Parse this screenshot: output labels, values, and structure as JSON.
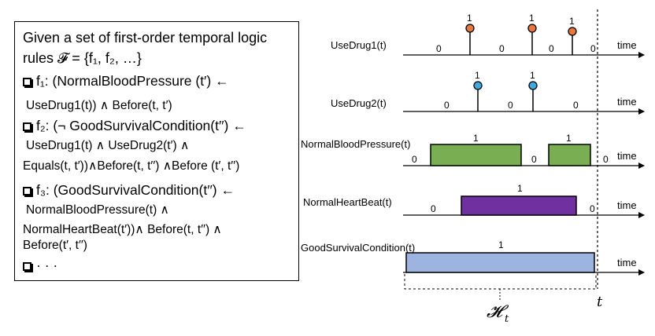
{
  "rules_panel": {
    "lines": [
      "Given a set of first-order temporal logic",
      "rules  𝓕 = {f₁, f₂, …}",
      "f₁:   (NormalBloodPressure (t′)  ←",
      "UseDrug1(t)) ∧ Before(t, t′)",
      "f₂:   (¬ GoodSurvivalCondition(t′′)  ←",
      "UseDrug1(t) ∧ UseDrug2(t′) ∧",
      "Equals(t, t′))∧Before(t, t′′)  ∧Before (t′, t′′)",
      "f₃:   (GoodSurvivalCondition(t′′)  ←",
      "NormalBloodPressure(t) ∧",
      "NormalHeartBeat(t′))∧ Before(t, t′′)  ∧",
      "Before(t′, t′′)",
      "· · ·"
    ]
  },
  "timeline": {
    "axis_label": "time",
    "current_time_label": "t",
    "history_label": "𝓗",
    "history_subscript": "t",
    "colors": {
      "drug1_marker": "#E8773D",
      "drug2_marker": "#3FA9E0",
      "blood_pressure": "#79AE52",
      "heart_beat": "#7030A0",
      "survival": "#9DB3E0"
    },
    "rows": [
      {
        "label": "UseDrug1(t)",
        "type": "spike",
        "segment_values": [
          "0",
          "0",
          "0",
          "0"
        ],
        "spike_values": [
          "1",
          "1",
          "1"
        ]
      },
      {
        "label": "UseDrug2(t)",
        "type": "spike",
        "segment_values": [
          "0",
          "0",
          "0"
        ],
        "spike_values": [
          "1",
          "1"
        ]
      },
      {
        "label": "NormalBloodPressure(t)",
        "type": "pulse",
        "segment_values": [
          "0",
          "0",
          "0"
        ],
        "pulse_values": [
          "1",
          "1"
        ]
      },
      {
        "label": "NormalHeartBeat(t)",
        "type": "pulse",
        "segment_values": [
          "0",
          "0"
        ],
        "pulse_values": [
          "1"
        ]
      },
      {
        "label": "GoodSurvivalCondition(t)",
        "type": "pulse",
        "segment_values": [],
        "pulse_values": [
          "1"
        ]
      }
    ]
  }
}
